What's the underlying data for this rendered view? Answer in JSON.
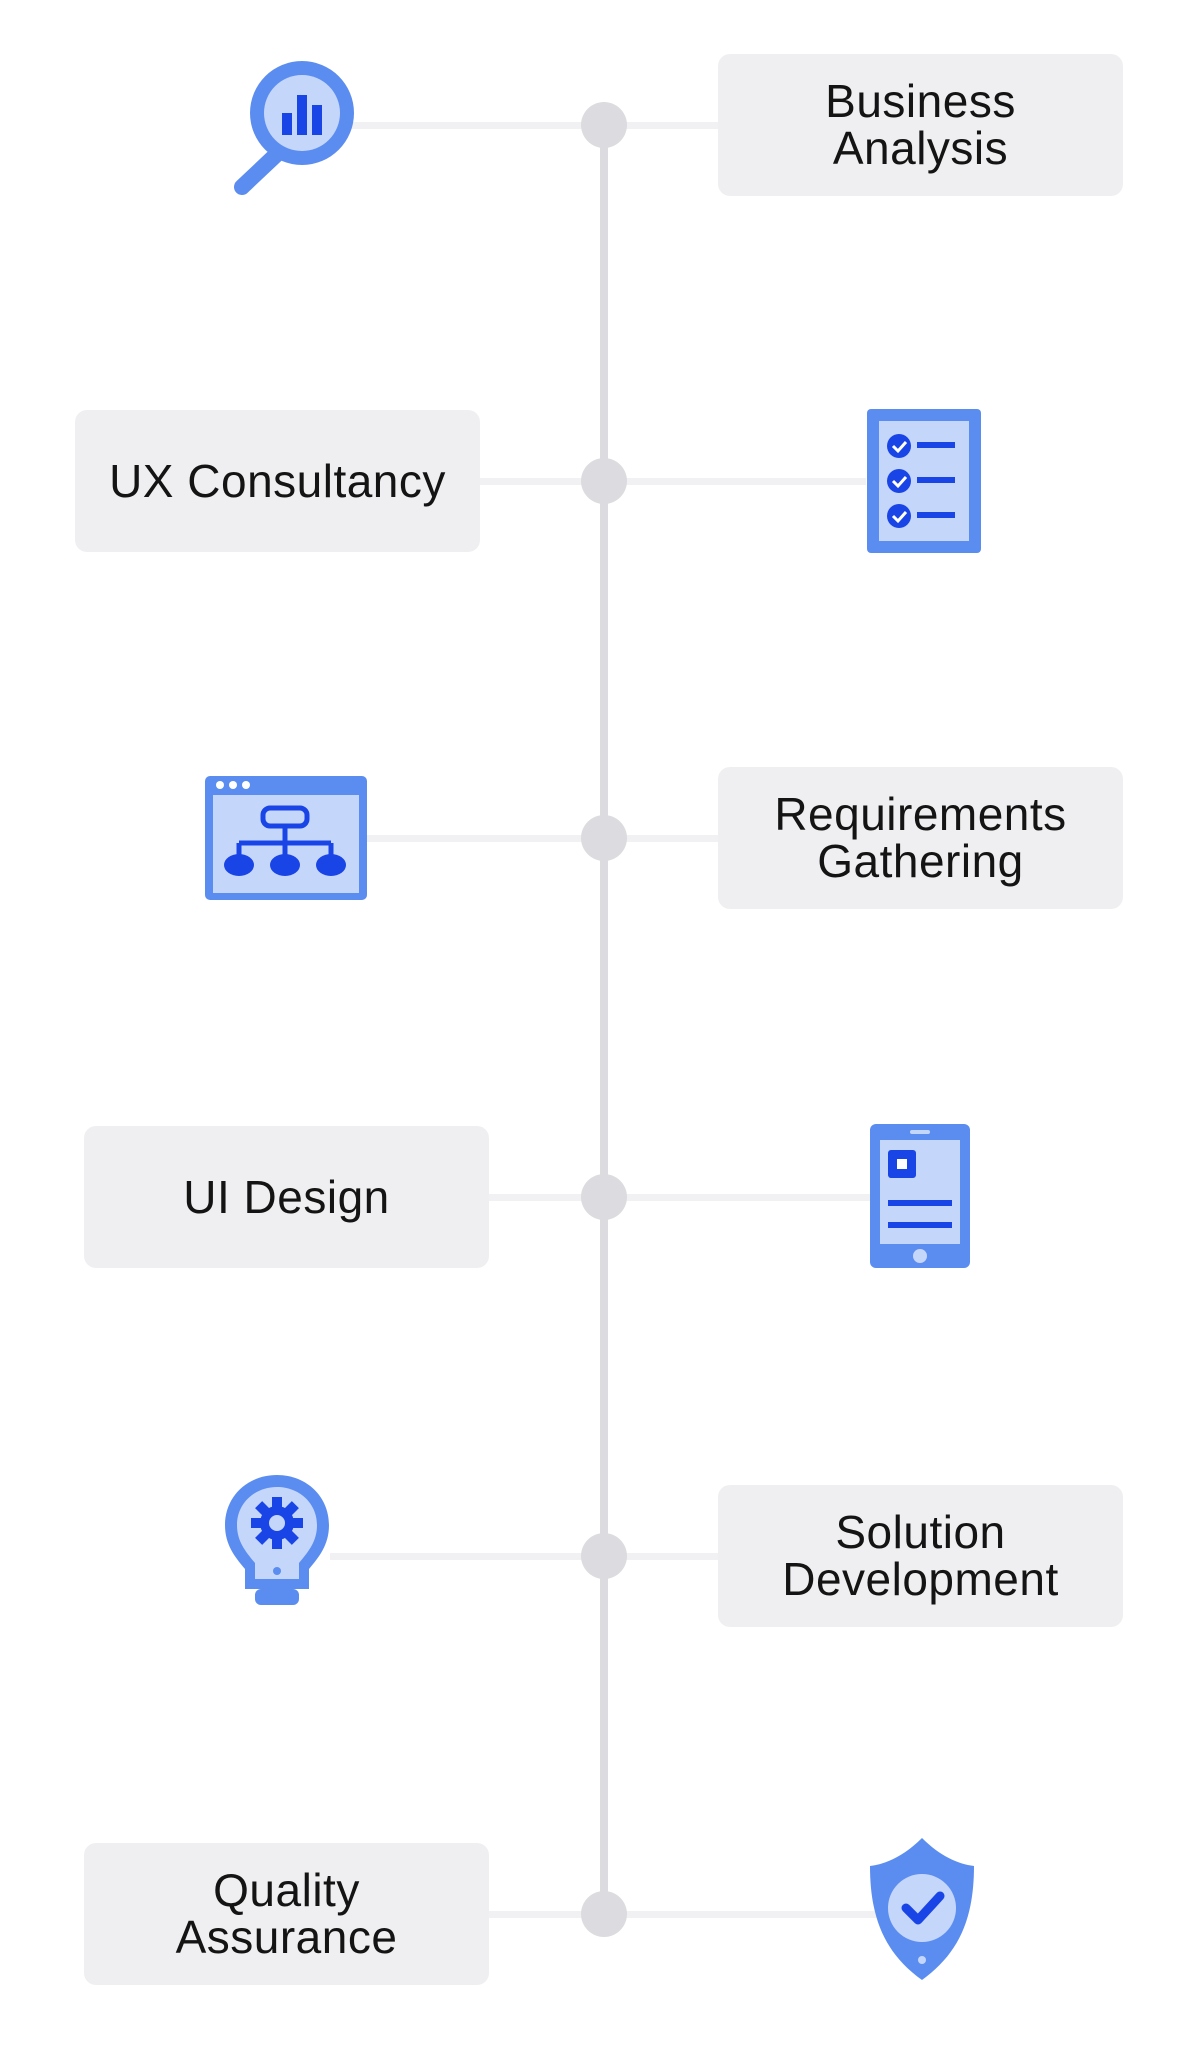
{
  "colors": {
    "icon_light": "#c5d6fb",
    "icon_mid": "#5b8df0",
    "icon_dark": "#1a45e6",
    "line": "#dcdce0",
    "box": "#efeff1",
    "text": "#141414"
  },
  "steps": [
    {
      "label": "Business Analysis",
      "icon": "magnifier-chart-icon"
    },
    {
      "label": "UX Consultancy",
      "icon": "checklist-icon"
    },
    {
      "label": "Requirements Gathering",
      "icon": "sitemap-window-icon"
    },
    {
      "label": "UI Design",
      "icon": "mobile-device-icon"
    },
    {
      "label": "Solution Development",
      "icon": "lightbulb-gear-icon"
    },
    {
      "label": "Quality Assurance",
      "icon": "shield-check-icon"
    }
  ]
}
